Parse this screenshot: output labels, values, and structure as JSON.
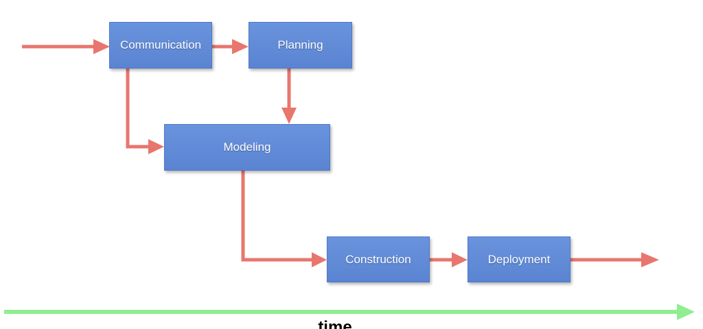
{
  "diagram": {
    "nodes": {
      "communication": "Communication",
      "planning": "Planning",
      "modeling": "Modeling",
      "construction": "Construction",
      "deployment": "Deployment"
    },
    "axis_label": "time"
  },
  "colors": {
    "box_fill": "#5b87d6",
    "flow_arrow": "#e8766e",
    "time_arrow": "#90ee90",
    "box_text": "#ffffff"
  },
  "edges": [
    {
      "from": "start",
      "to": "communication"
    },
    {
      "from": "communication",
      "to": "planning"
    },
    {
      "from": "communication",
      "to": "modeling"
    },
    {
      "from": "planning",
      "to": "modeling"
    },
    {
      "from": "modeling",
      "to": "construction"
    },
    {
      "from": "construction",
      "to": "deployment"
    },
    {
      "from": "deployment",
      "to": "end"
    }
  ]
}
